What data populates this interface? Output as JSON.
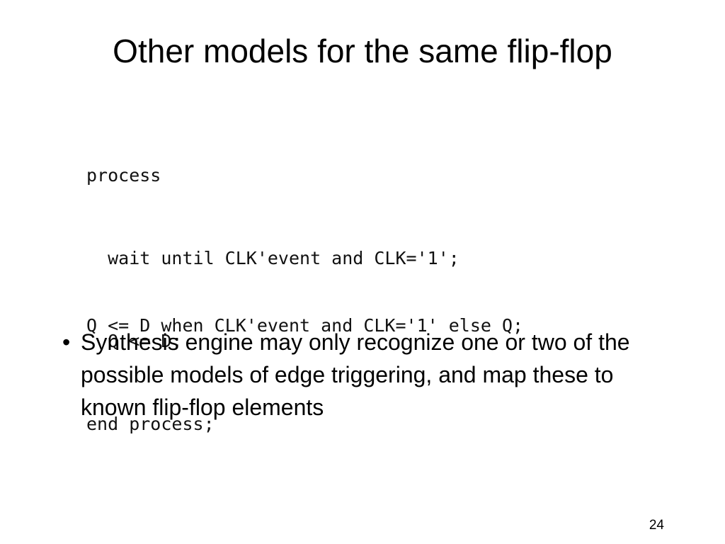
{
  "slide": {
    "title": "Other models for the same flip-flop",
    "code_block_1": [
      "process",
      "  wait until CLK'event and CLK='1';",
      "  Q <= D;",
      "end process;"
    ],
    "code_block_2": [
      "Q <= D when CLK'event and CLK='1' else Q;"
    ],
    "bullets": [
      {
        "mark": "•",
        "text": "Synthesis engine may only recognize one or two of the possible models of edge triggering, and map these to known flip-flop elements"
      }
    ],
    "page_number": "24"
  }
}
